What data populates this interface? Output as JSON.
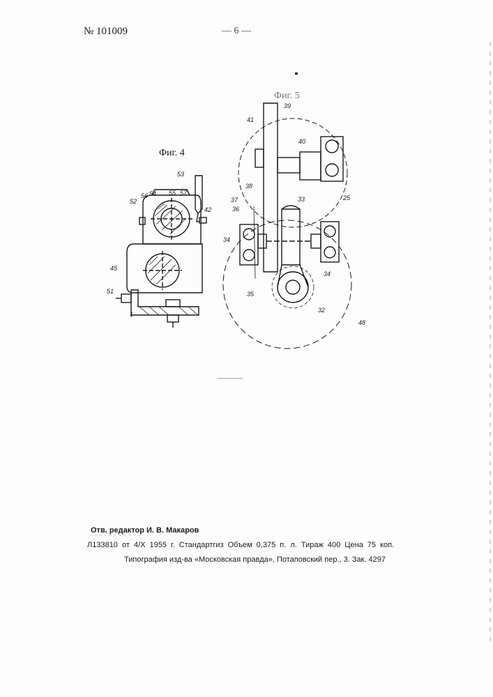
{
  "header": {
    "patent_number": "№ 101009",
    "page_number": "— 6 —"
  },
  "figures": {
    "fig4": {
      "title": "Фиг. 4",
      "labels": [
        "53",
        "52",
        "56",
        "54",
        "55",
        "57",
        "42",
        "45",
        "51",
        "1"
      ]
    },
    "fig5": {
      "title": "Фиг. 5",
      "labels": [
        "39",
        "41",
        "40",
        "38",
        "25",
        "37",
        "36",
        "33",
        "34",
        "34",
        "35",
        "32",
        "48"
      ]
    }
  },
  "footer": {
    "editor": "Отв. редактор И. В. Макаров",
    "imprint": "Л133810 от 4/X 1955 г.   Стандартгиз   Объем 0,375 п. л.   Тираж 400   Цена 75 коп.",
    "printer": "Типография изд-ва «Московская правда», Потаповский пер., 3. Зак. 4297"
  }
}
